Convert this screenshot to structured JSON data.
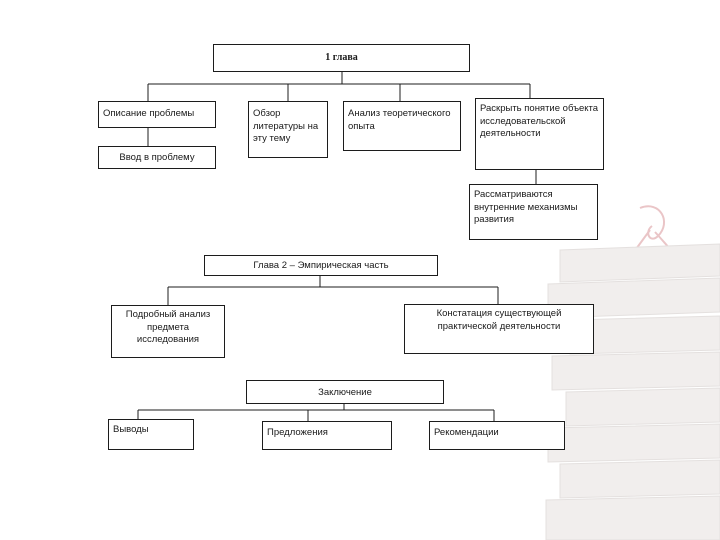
{
  "chapter1": {
    "title": "1 глава",
    "problem_description": "Описание проблемы",
    "literature_review": "Обзор литературы на эту тему",
    "theory_analysis": "Анализ теоретического опыта",
    "reveal_concept": "Раскрыть понятие объекта исследовательской деятельности",
    "intro_problem": "Ввод в проблему",
    "internal_mechanisms": "Рассматриваются внутренние механизмы развития"
  },
  "chapter2": {
    "title": "Глава 2 – Эмпирическая часть",
    "detailed_analysis": "Подробный анализ предмета исследования",
    "practice_statement": "Констатация существующей практической деятельности"
  },
  "conclusion": {
    "title": "Заключение",
    "findings": "Выводы",
    "proposals": "Предложения",
    "recommendations": "Рекомендации"
  },
  "colors": {
    "line": "#1c1c1c",
    "book_stack": "#dcd6d4",
    "ribbon": "#d9979b"
  }
}
